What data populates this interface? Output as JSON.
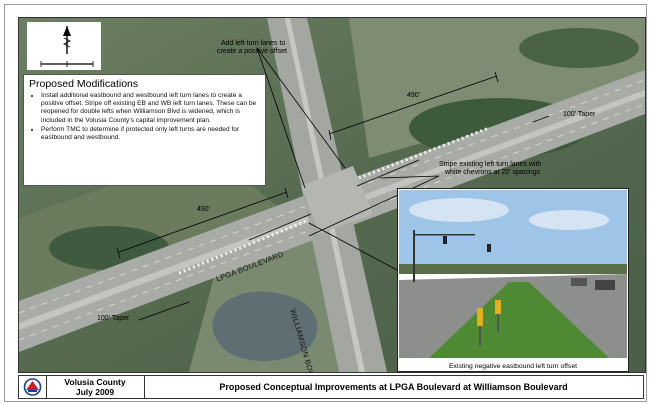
{
  "panel": {
    "title": "Proposed Modifications",
    "bullets": [
      "Install additional eastbound and westbound left turn lanes to create a positive offset. Stripe off existing EB and WB left turn lanes. These can be reopened for double lefts when Williamson Blvd is widened, which is included in the Volusia County's capital improvement plan.",
      "Perform TMC to determine if protected only left turns are needed for eastbound and westbound."
    ]
  },
  "annotations": {
    "add_left_turn_line1": "Add left turn lanes to",
    "add_left_turn_line2": "create a positive offset",
    "dim_upper": "490'",
    "dim_lower": "490'",
    "taper_right": "100' Taper",
    "taper_left": "100' Taper",
    "stripe_line1": "Stripe existing left turn lanes with",
    "stripe_line2": "white chevrons at 20' spacings"
  },
  "roads": {
    "east_west": "LPGA BOULEVARD",
    "north_south": "WILLIAMSON BOULEVARD"
  },
  "photo": {
    "caption": "Existing negative eastbound left turn offset"
  },
  "title_block": {
    "agency_line1": "Volusia County",
    "agency_line2": "July 2009",
    "project_title": "Proposed Conceptual Improvements at LPGA Boulevard at Williamson Boulevard"
  },
  "colors": {
    "aerial_vegetation": "#4f6e4a",
    "aerial_dark": "#3a5540",
    "pavement": "#a9aba7",
    "pond": "#5e6e72",
    "median_grass": "#4e8a34",
    "sky": "#9ec4e8"
  },
  "icons": {
    "north_arrow": "north-arrow-icon",
    "scale_bar": "scale-bar-icon",
    "county_logo": "county-seal-icon"
  }
}
